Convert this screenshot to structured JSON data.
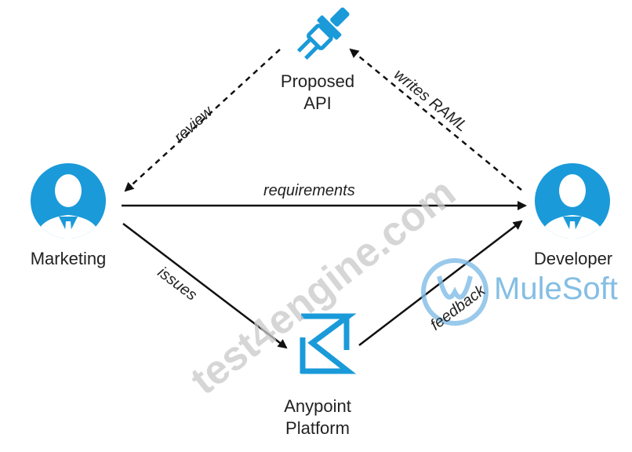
{
  "nodes": {
    "proposed_api": {
      "line1": "Proposed",
      "line2": "API",
      "icon": "plug-icon"
    },
    "marketing": {
      "label": "Marketing",
      "icon": "user-avatar-icon"
    },
    "developer": {
      "label": "Developer",
      "icon": "user-avatar-icon"
    },
    "anypoint": {
      "line1": "Anypoint",
      "line2": "Platform",
      "icon": "anypoint-logo-icon"
    }
  },
  "edges": {
    "review": "review",
    "writes_raml": "writes RAML",
    "requirements": "requirements",
    "issues": "issues",
    "feedback": "feedback"
  },
  "watermark": {
    "site": "test4engine.com",
    "brand": "MuleSoft"
  },
  "colors": {
    "accent": "#1a9ad9",
    "text": "#222222",
    "line": "#111111",
    "watermark": "#c9c9c9",
    "brand": "#6fb3e0"
  }
}
